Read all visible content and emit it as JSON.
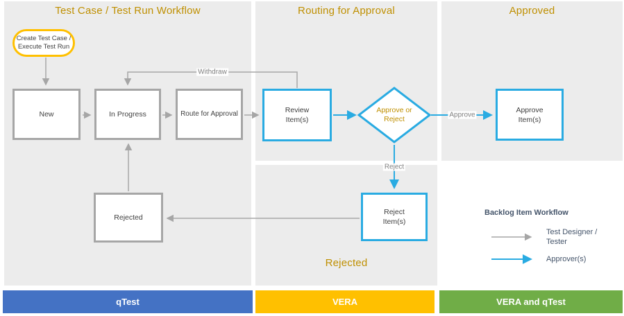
{
  "titles": {
    "left": "Test Case / Test Run Workflow",
    "middle": "Routing for Approval",
    "right": "Approved",
    "rejected_section": "Rejected"
  },
  "nodes": {
    "start_line1": "Create Test Case /",
    "start_line2": "Execute Test Run",
    "new": "New",
    "in_progress": "In Progress",
    "route_for_approval": "Route for Approval",
    "review_line1": "Review",
    "review_line2": "Item(s)",
    "decision_line1": "Approve or",
    "decision_line2": "Reject",
    "approve_line1": "Approve",
    "approve_line2": "Item(s)",
    "reject_line1": "Reject",
    "reject_line2": "Item(s)",
    "rejected": "Rejected"
  },
  "edge_labels": {
    "withdraw": "Withdraw",
    "approve": "Approve",
    "reject": "Reject"
  },
  "legend": {
    "title": "Backlog  Item Workflow",
    "gray_line1": "Test Designer /",
    "gray_line2": "Tester",
    "blue": "Approver(s)"
  },
  "bars": [
    {
      "label": "qTest",
      "color": "#4472C4"
    },
    {
      "label": "VERA",
      "color": "#FFC000"
    },
    {
      "label": "VERA and qTest",
      "color": "#70AD47"
    }
  ],
  "colors": {
    "panel_bg": "#ECECEC",
    "title_text": "#BF8F00",
    "gray_connector": "#A6A6A6",
    "blue_connector": "#29ABE2",
    "start_border": "#FFC000",
    "node_text": "#404040",
    "edge_label_text": "#7F7F7F",
    "legend_text": "#44546A"
  }
}
